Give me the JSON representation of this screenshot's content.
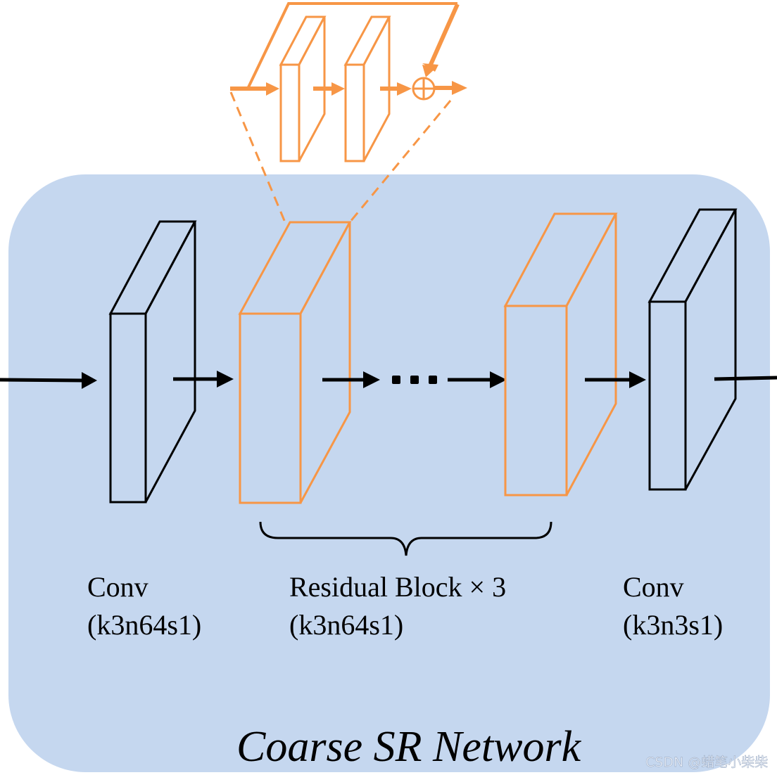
{
  "diagram": {
    "title": "Coarse SR Network",
    "colors": {
      "panel": "#c5d7ef",
      "conv_block": "#000000",
      "residual_block": "#f79646",
      "arrow": "#000000",
      "residual_detail": "#f79646"
    },
    "labels": {
      "conv1": {
        "line1": "Conv",
        "line2": "(k3n64s1)"
      },
      "residual": {
        "line1": "Residual Block × 3",
        "line2": "(k3n64s1)"
      },
      "conv2": {
        "line1": "Conv",
        "line2": "(k3n3s1)"
      }
    },
    "ellipsis": "•••",
    "residual_detail": {
      "operator_symbol": "plus-in-circle",
      "inner_blocks": 2,
      "skip_connection": true
    },
    "watermark": "CSDN @蜡笔小柴柴"
  }
}
